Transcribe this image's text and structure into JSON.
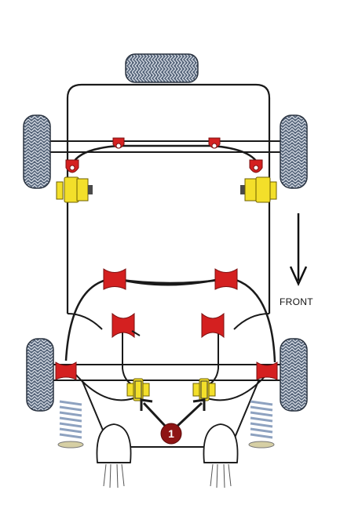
{
  "diagram": {
    "direction_label": "FRONT",
    "callout_number": "1",
    "colors": {
      "frame": "#1a1a1a",
      "bushing_red": "#d42020",
      "bushing_yellow": "#f3df2a",
      "callout": "#8e1414",
      "tire": "#56657a",
      "spring": "#8ea2c0"
    },
    "parts": [
      "tire",
      "spare-tire",
      "bushing-red",
      "bushing-yellow",
      "coil-spring",
      "differential",
      "anti-roll-bar",
      "trailing-arm",
      "callout"
    ]
  }
}
